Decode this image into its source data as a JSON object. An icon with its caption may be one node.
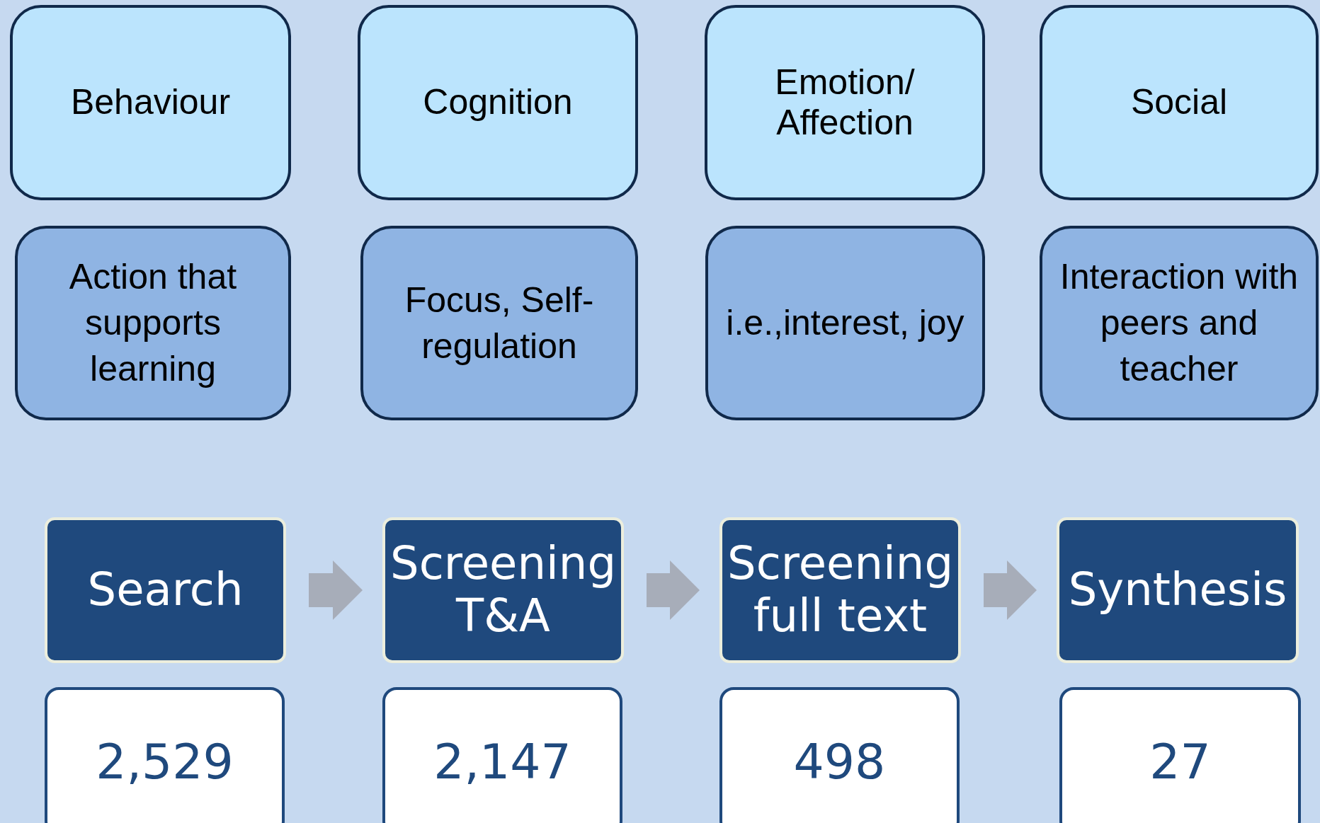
{
  "diagram": {
    "nodes": [
      {
        "text": [
          "Behaviour"
        ]
      },
      {
        "text": [
          "Cognition"
        ]
      },
      {
        "text": [
          "Emotion/ Affection"
        ]
      },
      {
        "text": [
          "Social"
        ]
      },
      {
        "text": [
          "Action that supports learning"
        ]
      },
      {
        "text": [
          "Focus, Self-regulation"
        ]
      },
      {
        "text": [
          "i.e.,interest, joy"
        ]
      },
      {
        "text": [
          "Interaction with peers and teacher"
        ]
      },
      {
        "text": [
          "Search"
        ]
      },
      {
        "text": [
          "Screening T&A"
        ]
      },
      {
        "text": [
          "Screening full text"
        ]
      },
      {
        "text": [
          "Synthesis"
        ]
      },
      {
        "text": [
          "2,529"
        ]
      },
      {
        "text": [
          "2,147"
        ]
      },
      {
        "text": [
          "498"
        ]
      },
      {
        "text": [
          "27"
        ]
      }
    ],
    "edges": [
      {
        "from": 8,
        "to": 9,
        "arrow": "to"
      },
      {
        "from": 9,
        "to": 10,
        "arrow": "to"
      },
      {
        "from": 10,
        "to": 11,
        "arrow": "to"
      }
    ]
  }
}
